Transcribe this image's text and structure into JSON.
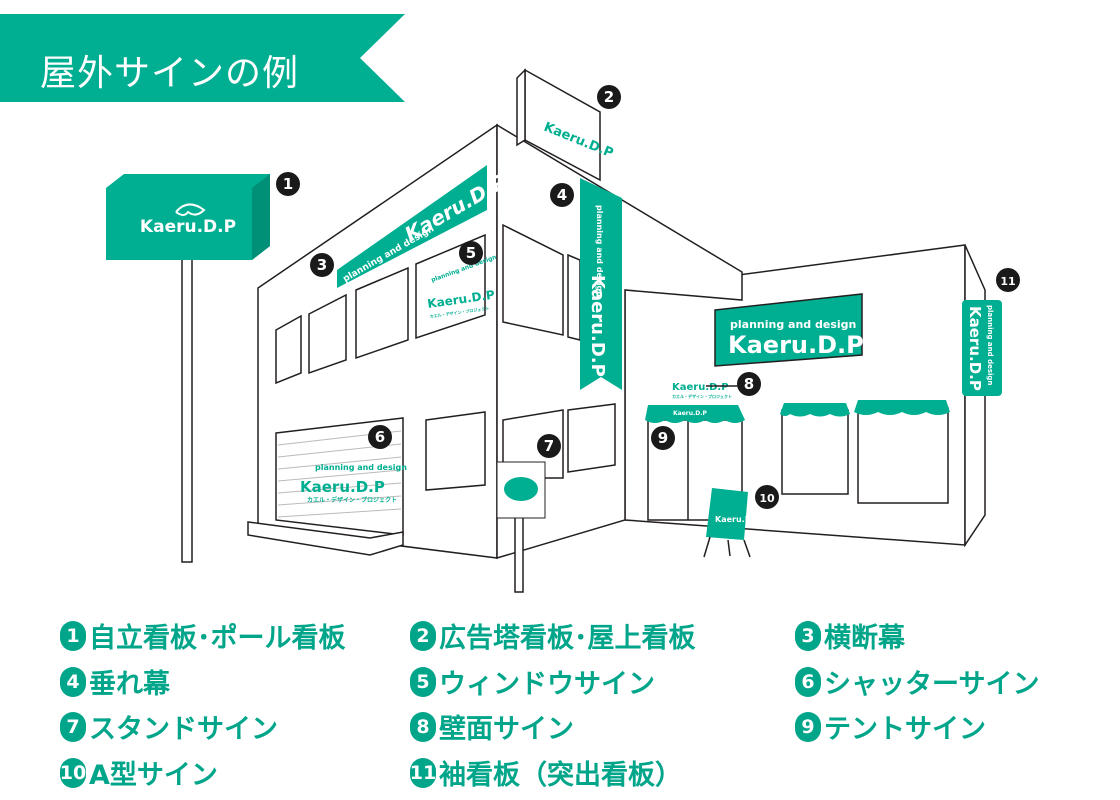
{
  "title": "屋外サインの例",
  "colors": {
    "brand": "#00ae91",
    "legend_text": "#00a58a",
    "line": "#231f20",
    "marker": "#1a1a1a"
  },
  "brand": {
    "name": "Kaeru.D.P",
    "tagline": "planning and design",
    "sub": "カエル・デザイン・プロジェクト",
    "logo_icon": "frog-icon"
  },
  "markers": [
    "1",
    "2",
    "3",
    "4",
    "5",
    "6",
    "7",
    "8",
    "9",
    "10",
    "11"
  ],
  "legend": [
    {
      "num": "1",
      "label": "自立看板･ポール看板"
    },
    {
      "num": "2",
      "label": "広告塔看板･屋上看板"
    },
    {
      "num": "3",
      "label": "横断幕"
    },
    {
      "num": "4",
      "label": "垂れ幕"
    },
    {
      "num": "5",
      "label": "ウィンドウサイン"
    },
    {
      "num": "6",
      "label": "シャッターサイン"
    },
    {
      "num": "7",
      "label": "スタンドサイン"
    },
    {
      "num": "8",
      "label": "壁面サイン"
    },
    {
      "num": "9",
      "label": "テントサイン"
    },
    {
      "num": "10",
      "label": "A型サイン"
    },
    {
      "num": "11",
      "label": "袖看板（突出看板）"
    }
  ]
}
